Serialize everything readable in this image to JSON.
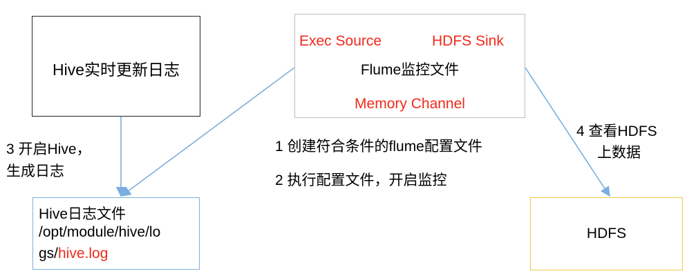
{
  "colors": {
    "highlight": "#ee2a1a",
    "arrow": "#7aaee0",
    "hive_box_border": "#222222",
    "flume_box_border": "#bdbdbd",
    "log_box_border": "#7aaee0",
    "hdfs_box_border": "#f2c744"
  },
  "hive_box": {
    "label": "Hive实时更新日志"
  },
  "flume_box": {
    "source": "Exec Source",
    "sink": "HDFS Sink",
    "label": "Flume监控文件",
    "channel": "Memory Channel"
  },
  "log_box": {
    "line1": "Hive日志文件",
    "line2": "/opt/module/hive/lo",
    "line3_prefix": "gs/",
    "line3_highlight": "hive.log"
  },
  "hdfs_box": {
    "label": "HDFS"
  },
  "steps": {
    "step1": "1 创建符合条件的flume配置文件",
    "step2": "2 执行配置文件，开启监控",
    "step3_line1": "3 开启Hive，",
    "step3_line2": "生成日志",
    "step4_line1": "4 查看HDFS",
    "step4_line2": "上数据"
  }
}
